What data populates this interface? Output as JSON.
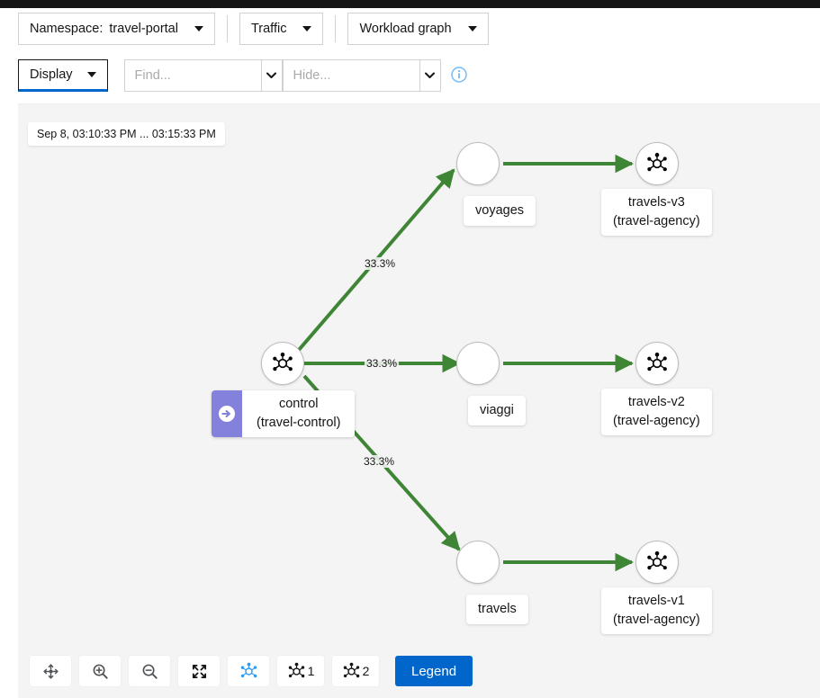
{
  "toolbar": {
    "namespace_label": "Namespace:",
    "namespace_value": "travel-portal",
    "traffic_label": "Traffic",
    "graph_type_label": "Workload graph",
    "display_label": "Display",
    "find_placeholder": "Find...",
    "hide_placeholder": "Hide...",
    "find_value": "",
    "hide_value": "",
    "info_icon": "info-circle-icon"
  },
  "graph": {
    "timestamp": "Sep 8, 03:10:33 PM ... 03:15:33 PM",
    "nodes": [
      {
        "id": "control",
        "label": "control",
        "sublabel": "(travel-control)",
        "kind": "workload",
        "badge": "virtual-service-icon"
      },
      {
        "id": "voyages",
        "label": "voyages",
        "sublabel": "",
        "kind": "service",
        "badge": ""
      },
      {
        "id": "viaggi",
        "label": "viaggi",
        "sublabel": "",
        "kind": "service",
        "badge": ""
      },
      {
        "id": "travels",
        "label": "travels",
        "sublabel": "",
        "kind": "service",
        "badge": ""
      },
      {
        "id": "travels-v3",
        "label": "travels-v3",
        "sublabel": "(travel-agency)",
        "kind": "workload",
        "badge": ""
      },
      {
        "id": "travels-v2",
        "label": "travels-v2",
        "sublabel": "(travel-agency)",
        "kind": "workload",
        "badge": ""
      },
      {
        "id": "travels-v1",
        "label": "travels-v1",
        "sublabel": "(travel-agency)",
        "kind": "workload",
        "badge": ""
      }
    ],
    "edges": [
      {
        "from": "control",
        "to": "voyages",
        "label": "33.3%"
      },
      {
        "from": "control",
        "to": "viaggi",
        "label": "33.3%"
      },
      {
        "from": "control",
        "to": "travels",
        "label": "33.3%"
      },
      {
        "from": "voyages",
        "to": "travels-v3",
        "label": ""
      },
      {
        "from": "viaggi",
        "to": "travels-v2",
        "label": ""
      },
      {
        "from": "travels",
        "to": "travels-v1",
        "label": ""
      }
    ],
    "edge_color": "#3e8635",
    "badge_color": "#8481dd"
  },
  "bottom_toolbar": {
    "buttons": [
      {
        "name": "drag-pan-icon",
        "count": ""
      },
      {
        "name": "zoom-in-icon",
        "count": ""
      },
      {
        "name": "zoom-out-icon",
        "count": ""
      },
      {
        "name": "fit-to-screen-icon",
        "count": ""
      },
      {
        "name": "topology-icon",
        "count": ""
      },
      {
        "name": "topology-1-icon",
        "count": "1"
      },
      {
        "name": "topology-2-icon",
        "count": "2"
      }
    ],
    "legend_label": "Legend",
    "legend_color": "#0066cc",
    "active_color": "#2b9af3"
  }
}
